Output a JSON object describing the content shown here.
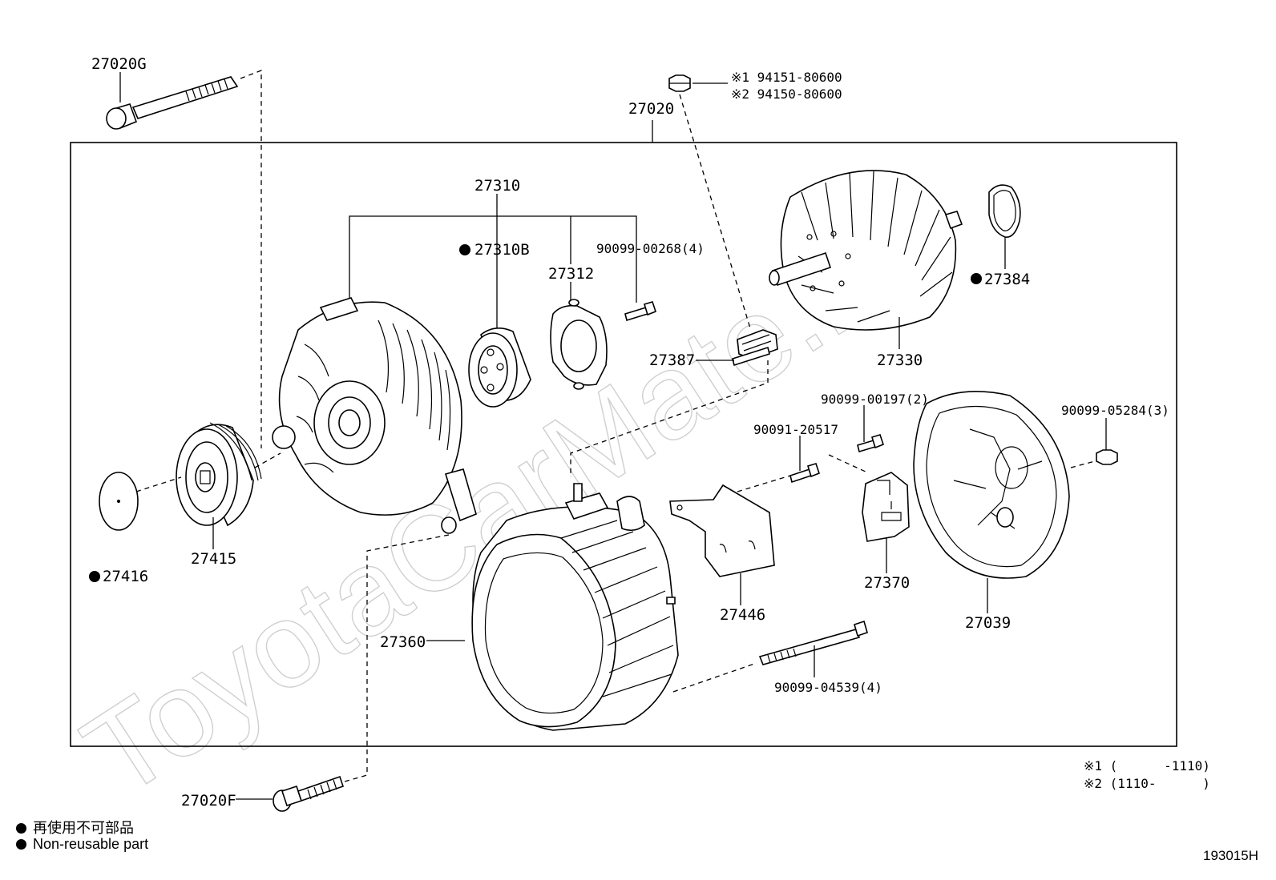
{
  "watermark": "ToyotaCarMate.ru",
  "labels": {
    "p27020G": "27020G",
    "p27020": "27020",
    "note1": "※1 94151-80600",
    "note2": "※2 94150-80600",
    "p27310": "27310",
    "p27310B": "27310B",
    "p27312": "27312",
    "p90099_00268": "90099-00268(4)",
    "p27384": "27384",
    "p27387": "27387",
    "p27330": "27330",
    "p90099_00197": "90099-00197(2)",
    "p90091_20517": "90091-20517",
    "p90099_05284": "90099-05284(3)",
    "p27415": "27415",
    "p27416": "27416",
    "p27360": "27360",
    "p27446": "27446",
    "p27370": "27370",
    "p27039": "27039",
    "p90099_04539": "90099-04539(4)",
    "p27020F": "27020F",
    "range1": "※1 (      -1110)",
    "range2": "※2 (1110-      )"
  },
  "legend": {
    "jp": "再使用不可部品",
    "en": "Non-reusable part"
  },
  "diagram_code": "193015H"
}
